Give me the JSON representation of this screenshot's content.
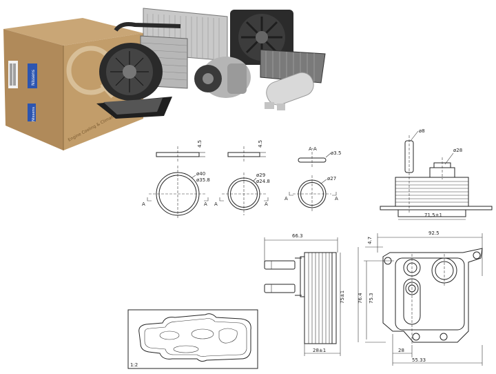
{
  "product_photo": {
    "box_brand": "Nissens",
    "box_brand_side": "Nissens",
    "box_tagline": "Engine Cooling & Climate"
  },
  "gaskets": [
    {
      "thickness": "4.5",
      "outer": "ø40",
      "inner": "ø35.8",
      "section": "A"
    },
    {
      "thickness": "4.5",
      "outer": "ø29",
      "inner": "ø24.8",
      "section": "A"
    },
    {
      "section_label": "A-A",
      "cross": "ø3.5",
      "outer": "ø27",
      "section": "A"
    }
  ],
  "side_view": {
    "port_small": "ø8",
    "port_large": "ø28",
    "base_width": "71,5±1"
  },
  "front_view": {
    "depth": "66.3",
    "height": "75±1",
    "base": "28±1"
  },
  "plan_view": {
    "width": "92.5",
    "offset": "4.7",
    "h1": "76.4",
    "h2": "75.3",
    "dim_small": "28",
    "dim_large": "55.33"
  },
  "gasket_detail": {
    "scale": "1:2"
  }
}
